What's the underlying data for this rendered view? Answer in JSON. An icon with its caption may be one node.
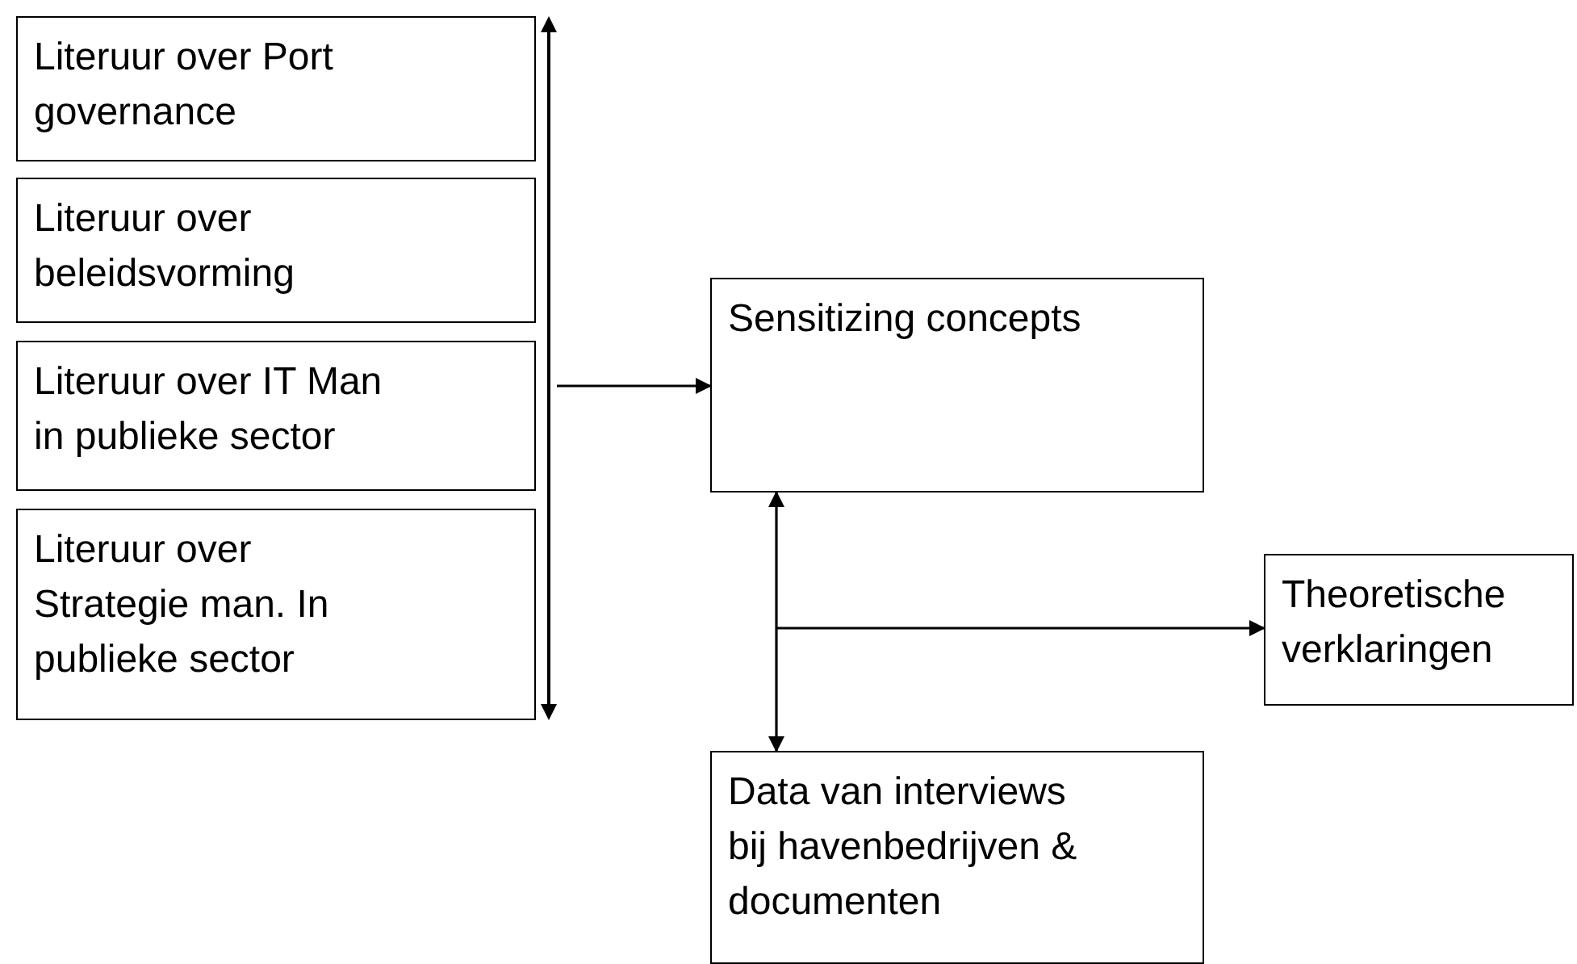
{
  "diagram": {
    "nodes": [
      {
        "text": [
          "Literuur over Port governance"
        ]
      },
      {
        "text": [
          "Literuur over beleidsvorming"
        ]
      },
      {
        "text": [
          "Literuur over IT Man in publieke sector"
        ]
      },
      {
        "text": [
          "Literuur over Strategie man. In publieke sector"
        ]
      },
      {
        "text": [],
        "shape": "bar"
      },
      {
        "text": [
          "Sensitizing concepts"
        ]
      },
      {
        "text": [
          "Theoretische verklaringen"
        ]
      },
      {
        "text": [
          "Data van interviews bij havenbedrijven & documenten"
        ]
      }
    ],
    "edges": [
      {
        "from": 4,
        "to": 5,
        "arrow": "to"
      },
      {
        "from": 5,
        "to": 7,
        "arrow": "both"
      },
      {
        "from": null,
        "to": 6,
        "arrow": "to"
      }
    ]
  }
}
